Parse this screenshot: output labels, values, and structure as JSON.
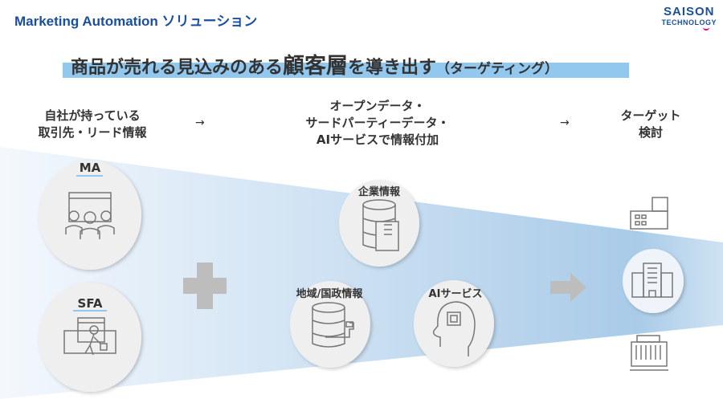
{
  "header": {
    "title": "Marketing Automation ソリューション",
    "logo": {
      "line1": "SAISON",
      "line2": "TECHNOLOGY"
    }
  },
  "headline": {
    "part1": "商品が売れる見込みのある",
    "emphasis": "顧客層",
    "part2": "を導き出す",
    "suffix": "（ターゲティング）"
  },
  "steps": [
    {
      "line1": "自社が持っている",
      "line2": "取引先・リード情報"
    },
    {
      "line1": "オープンデータ・",
      "line2": "サードパーティーデータ・",
      "line3": "AIサービスで情報付加"
    },
    {
      "line1": "ターゲット",
      "line2": "検討"
    }
  ],
  "arrows": [
    "→",
    "→"
  ],
  "sources": {
    "ma": "MA",
    "sfa": "SFA",
    "corporate": "企業情報",
    "regional": "地域/国政情報",
    "ai": "AIサービス"
  },
  "colors": {
    "brand": "#1a4fa0",
    "highlight": "#92c7ee",
    "funnel": "#a9cbe8",
    "accent": "#e4007f"
  }
}
